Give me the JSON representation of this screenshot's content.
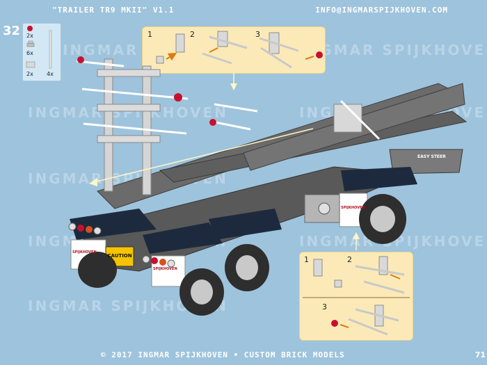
{
  "header": {
    "title": "\"TRAILER TR9 MKII\" V1.1",
    "email": "INFO@INGMARSPIJKHOVEN.COM"
  },
  "step": {
    "number": "32"
  },
  "parts": [
    {
      "qty": "2x"
    },
    {
      "qty": "6x"
    },
    {
      "qty": "2x"
    },
    {
      "qty": "4x"
    }
  ],
  "callout_top": {
    "labels": [
      "1",
      "2",
      "3"
    ]
  },
  "callout_bottom": {
    "labels": [
      "1",
      "2",
      "3"
    ]
  },
  "model": {
    "caution_label": "CAUTION",
    "brand_label": "SPIJKHOVEN",
    "badge": "EASY STEER"
  },
  "watermark": "INGMAR SPIJKHOVEN",
  "footer": {
    "copyright": "© 2017 INGMAR SPIJKHOVEN • CUSTOM BRICK MODELS",
    "page": "71"
  },
  "colors": {
    "background": "#9ec3dc",
    "callout": "#fbeab8",
    "chassis": "#6b6b6b",
    "tire": "#2e2e2e",
    "accent_red": "#c8102e"
  }
}
